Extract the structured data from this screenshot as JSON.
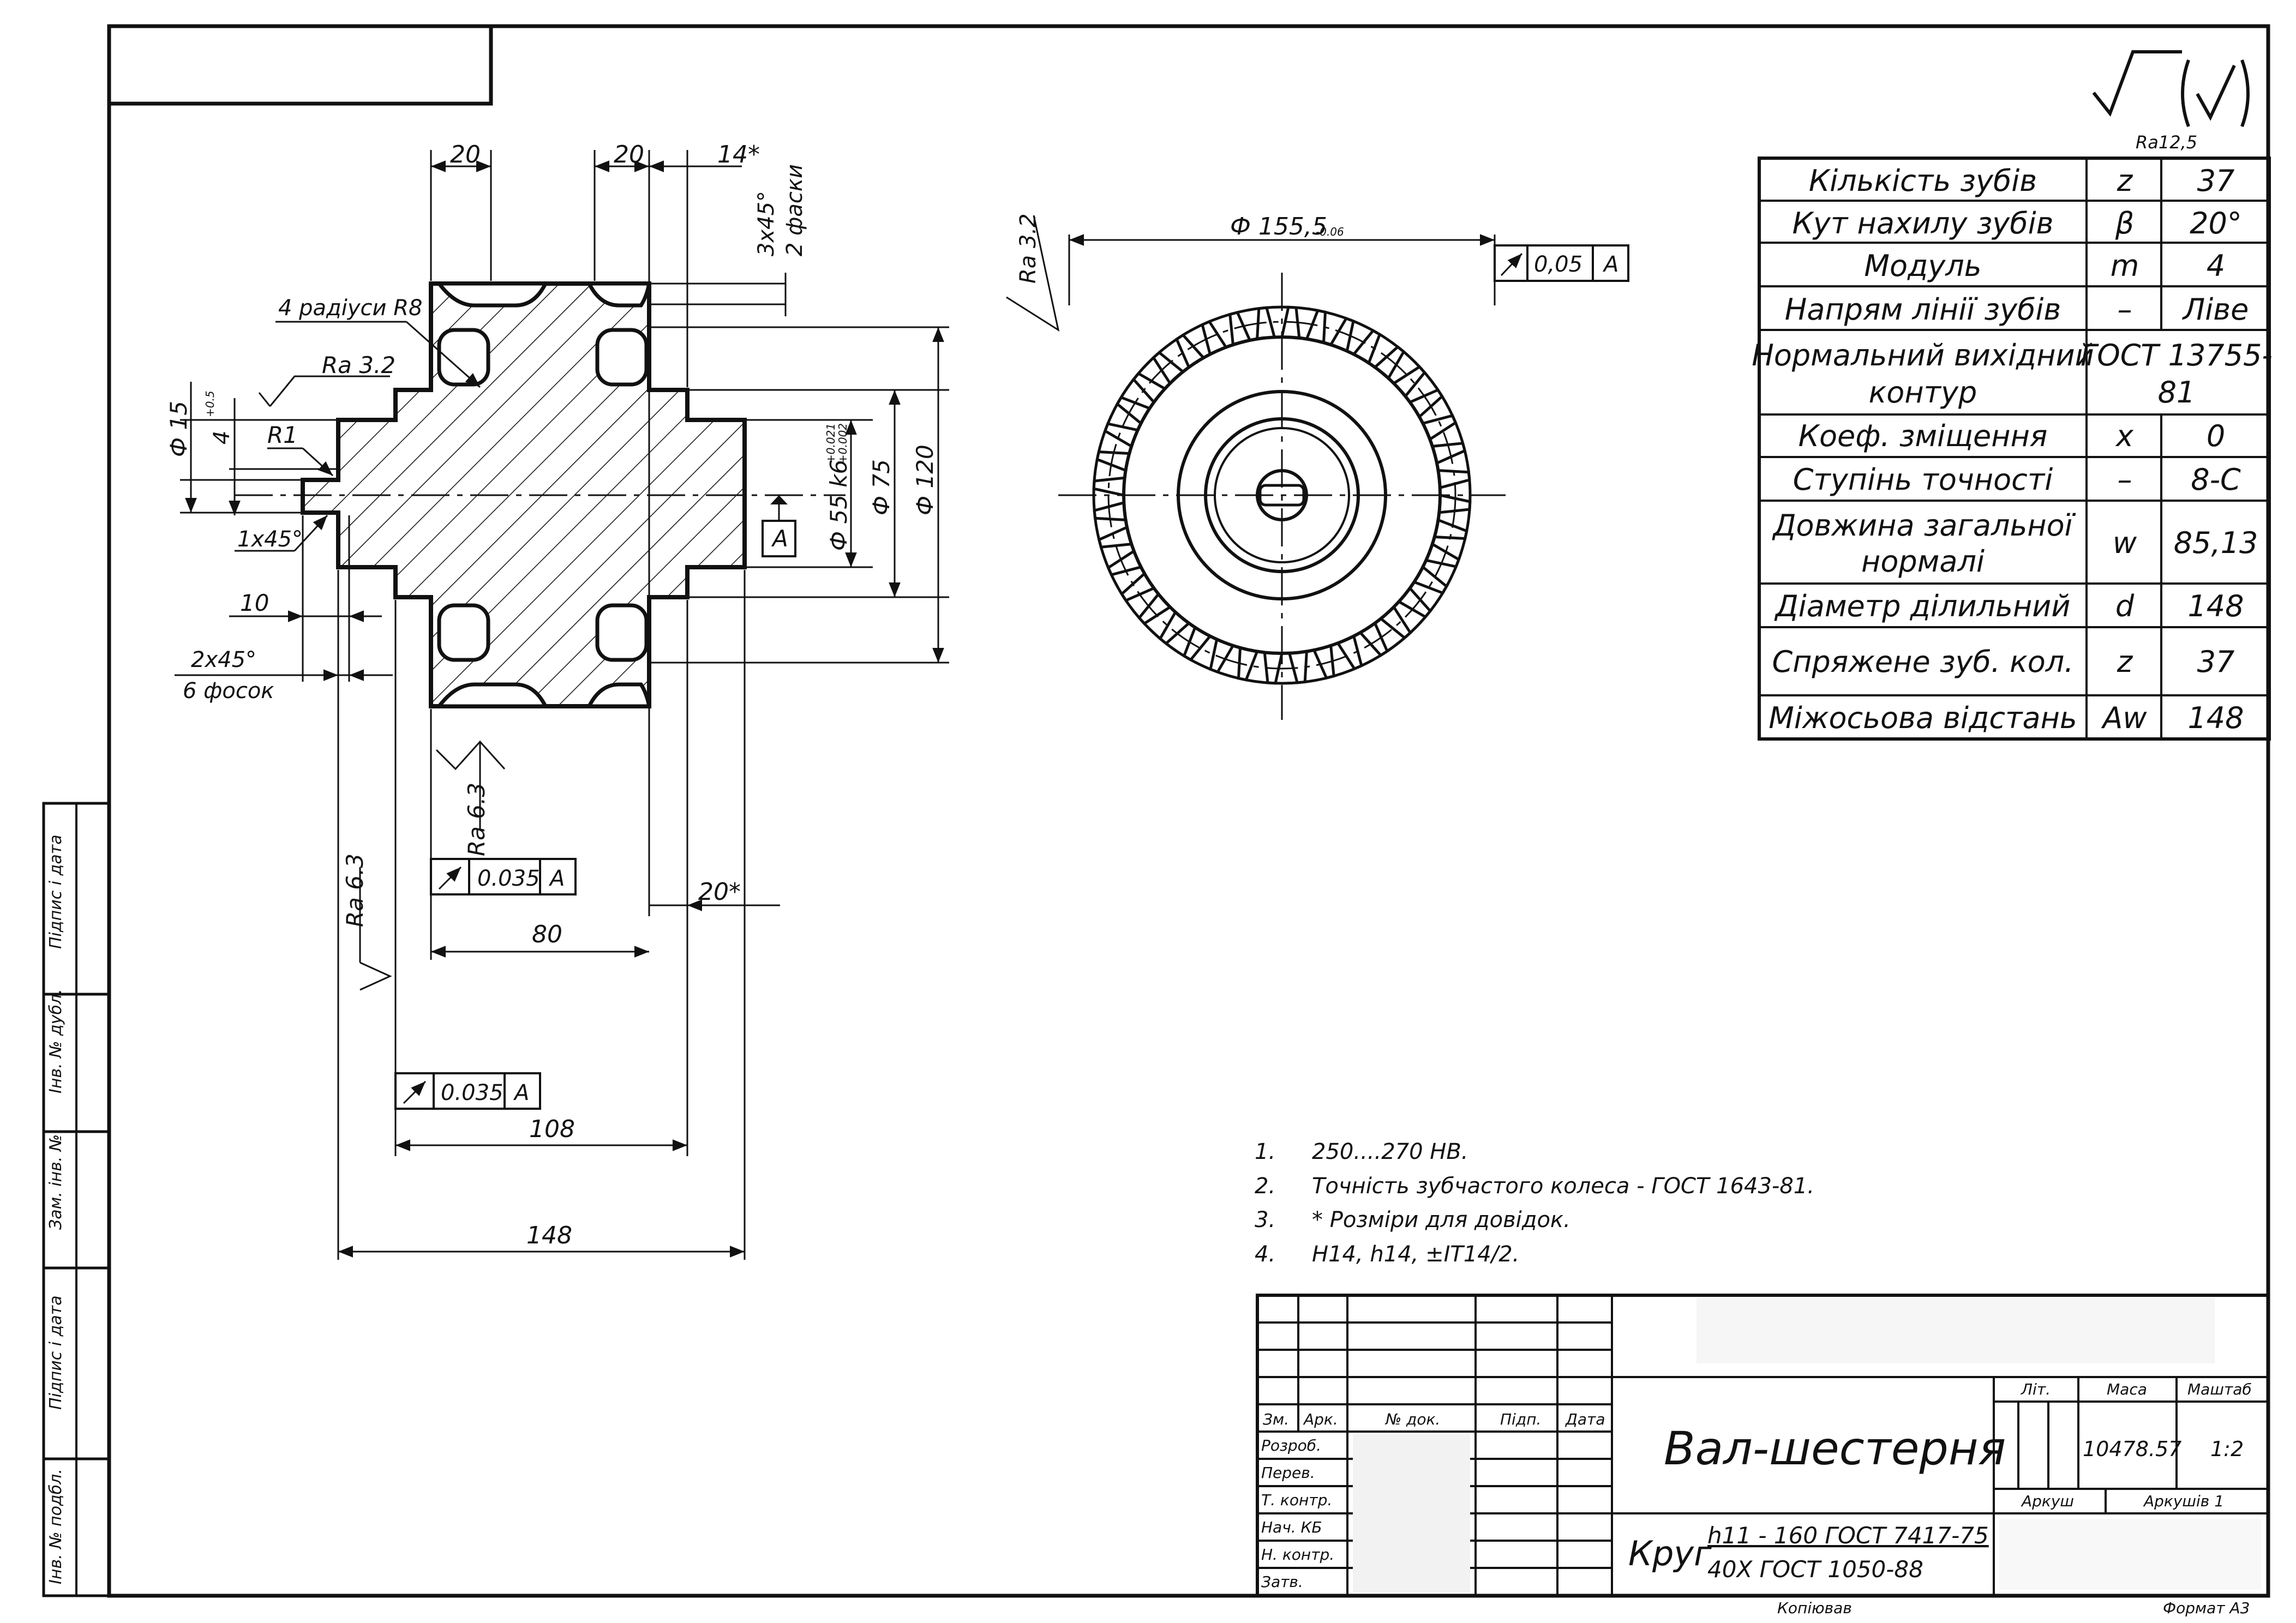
{
  "roughness": {
    "general": "Ra12,5"
  },
  "shaft_view": {
    "dims": {
      "d20_left": "20",
      "d20_right": "20",
      "d14": "14*",
      "chamfer_3x45": "3x45°",
      "chamfer_2": "2 фаски",
      "radii": "4 радіуси R8",
      "ra_32_left": "Ra 3.2",
      "r1": "R1",
      "phi15": "Ф 15",
      "four": "4",
      "four_tol": "+0.5",
      "chamfer_1x45": "1x45°",
      "ten": "10",
      "chamfer_2x45": "2x45°",
      "six_chamfers": "6 фосок",
      "phi55": "Ф 55 k6",
      "phi55_tol_up": "+0.021",
      "phi55_tol_low": "+0.002",
      "phi75": "Ф 75",
      "phi120": "Ф 120",
      "datum": "A",
      "ra63_a": "Ra 6.3",
      "ra63_b": "Ra 6.3",
      "runout1_val": "0.035",
      "runout1_ref": "A",
      "eighty": "80",
      "twenty_star": "20*",
      "runout2_val": "0.035",
      "runout2_ref": "A",
      "hundred_eight": "108",
      "hundred_forty_eight": "148"
    }
  },
  "gear_view": {
    "ra32": "Ra 3.2",
    "diameter": "Ф 155,5",
    "diameter_tol": "-0.06",
    "runout_val": "0,05",
    "runout_ref": "A"
  },
  "param_table": {
    "rows": [
      {
        "name": "Кількість зубів",
        "sym": "z",
        "val": "37"
      },
      {
        "name": "Кут нахилу зубів",
        "sym": "β",
        "val": "20°"
      },
      {
        "name": "Модуль",
        "sym": "m",
        "val": "4"
      },
      {
        "name": "Напрям лінії зубів",
        "sym": "–",
        "val": "Ліве"
      },
      {
        "name": "Нормальний вихідний контур",
        "sym": "ГОСТ 13755-81",
        "val": ""
      },
      {
        "name": "Коеф. зміщення",
        "sym": "x",
        "val": "0"
      },
      {
        "name": "Ступінь точності",
        "sym": "–",
        "val": "8-C"
      },
      {
        "name": "Довжина загальної нормалі",
        "sym": "w",
        "val": "85,13"
      },
      {
        "name": "Діаметр ділильний",
        "sym": "d",
        "val": "148"
      },
      {
        "name": "Спряжене зуб. кол.",
        "sym": "z",
        "val": "37"
      },
      {
        "name": "Міжосьова відстань",
        "sym": "Aw",
        "val": "148"
      }
    ],
    "row4_line1": "Нормальний вихідний",
    "row4_line2": "контур",
    "row4_sym1": "ГОСТ 13755-",
    "row4_sym2": "81",
    "row7_line1": "Довжина загальної",
    "row7_line2": "нормалі"
  },
  "notes": [
    {
      "num": "1.",
      "text": "250....270 HB."
    },
    {
      "num": "2.",
      "text": "Точність зубчастого колеса - ГОСТ 1643-81."
    },
    {
      "num": "3.",
      "text": "* Розміри для довідок."
    },
    {
      "num": "4.",
      "text": "H14, h14, ±IT14/2."
    }
  ],
  "title_block": {
    "title": "Вал-шестерня",
    "material_word": "Круг",
    "material_line1": "h11 - 160 ГОСТ 7417-75",
    "material_line2": "40Х ГОСТ 1050-88",
    "hdr_lit": "Літ.",
    "hdr_mass": "Маса",
    "hdr_scale": "Маштаб",
    "mass": "10478.57",
    "scale": "1:2",
    "sheet": "Аркуш",
    "sheets": "Аркушів 1",
    "col_zm": "Зм.",
    "col_ark": "Арк.",
    "col_doc": "№ док.",
    "col_sign": "Підп.",
    "col_date": "Дата",
    "roles": [
      "Розроб.",
      "Перев.",
      "Т. контр.",
      "Нач. КБ",
      "Н. контр.",
      "Затв."
    ],
    "copied": "Копіював",
    "format": "Формат А3"
  },
  "side_stamps": [
    "Підпис і дата",
    "Інв. № дубл.",
    "Зам. інв. №",
    "Підпис і дата",
    "Інв. № подбл."
  ]
}
